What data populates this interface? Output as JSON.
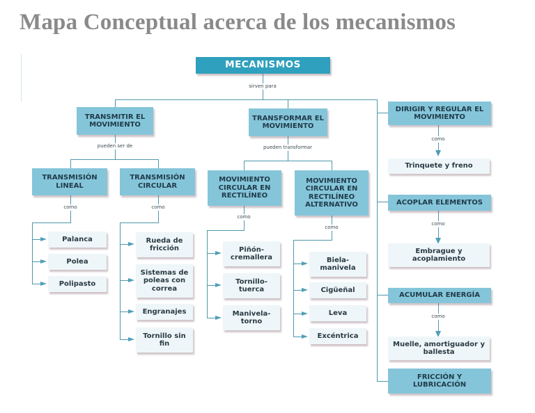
{
  "title": "Mapa Conceptual acerca de los mecanismos",
  "root": "MECANISMOS",
  "labels": {
    "serve": "sirven para",
    "can_be": "pueden ser de",
    "can_transform": "pueden transformar",
    "como": "como"
  },
  "categories": {
    "transmit": "TRANSMITIR EL MOVIMIENTO",
    "transform": "TRANSFORMAR EL MOVIMIENTO",
    "direct": "DIRIGIR Y REGULAR EL MOVIMIENTO",
    "couple": "ACOPLAR ELEMENTOS",
    "store": "ACUMULAR ENERGÍA",
    "friction": "FRICCIÓN Y LUBRICACIÓN"
  },
  "subcategories": {
    "linear": "TRANSMISIÓN LINEAL",
    "circular": "TRANSMISIÓN CIRCULAR",
    "circ_rect": "MOVIMIENTO CIRCULAR EN RECTILÍNEO",
    "circ_rect_alt": "MOVIMIENTO CIRCULAR EN RECTILÍNEO ALTERNATIVO"
  },
  "examples": {
    "linear": [
      "Palanca",
      "Polea",
      "Polipasto"
    ],
    "circular": [
      "Rueda de fricción",
      "Sistemas de poleas con correa",
      "Engranajes",
      "Tornillo sin fin"
    ],
    "circ_rect": [
      "Piñón-cremallera",
      "Tornillo-tuerca",
      "Manivela-torno"
    ],
    "circ_rect_alt": [
      "Biela-manivela",
      "Cigüeñal",
      "Leva",
      "Excéntrica"
    ],
    "direct": "Trinquete y freno",
    "couple": "Embrague y acoplamiento",
    "store": "Muelle, amortiguador y ballesta"
  },
  "colors": {
    "root": "#2fa0bd",
    "category": "#85c5da",
    "leaf": "#eef6f9",
    "line": "#4f97ac",
    "title": "#8a8a8a"
  }
}
